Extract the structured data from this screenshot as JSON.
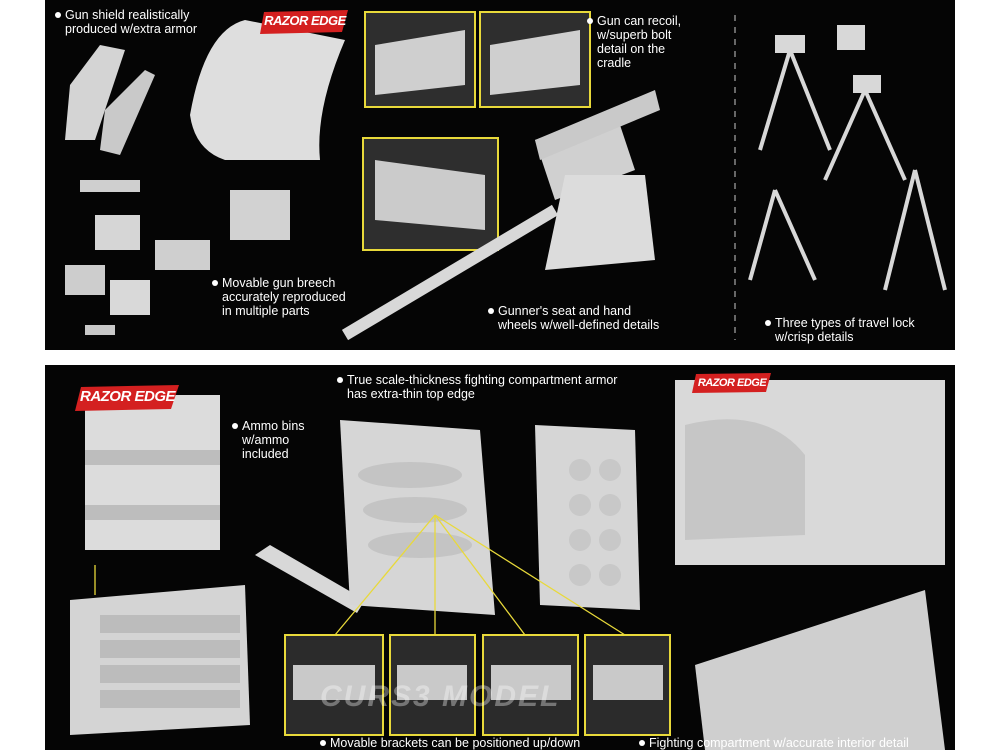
{
  "top_panel": {
    "captions": {
      "gun_shield": "Gun shield realistically\nproduced w/extra armor",
      "recoil": "Gun can recoil,\nw/superb bolt\ndetail on the\ncradle",
      "breech": "Movable gun breech\naccurately reproduced\nin multiple parts",
      "seat": "Gunner's seat and hand\nwheels w/well-defined details",
      "travel_lock": "Three types of travel lock\nw/crisp details"
    },
    "razor_label": "RAZOR EDGE"
  },
  "bottom_panel": {
    "razor_label": "RAZOR EDGE",
    "interior_razor_label": "RAZOR EDGE",
    "captions": {
      "ammo_bins": "Ammo bins\nw/ammo\nincluded",
      "armor": "True scale-thickness fighting compartment armor\nhas extra-thin top edge",
      "brackets": "Movable brackets can be positioned up/down",
      "interior": "Fighting compartment w/accurate interior detail"
    },
    "watermark": "CURS3 MODEL"
  },
  "colors": {
    "background": "#050505",
    "highlight": "#e8d93a",
    "badge": "#d42020",
    "part_grey": "#cfcfcf"
  }
}
